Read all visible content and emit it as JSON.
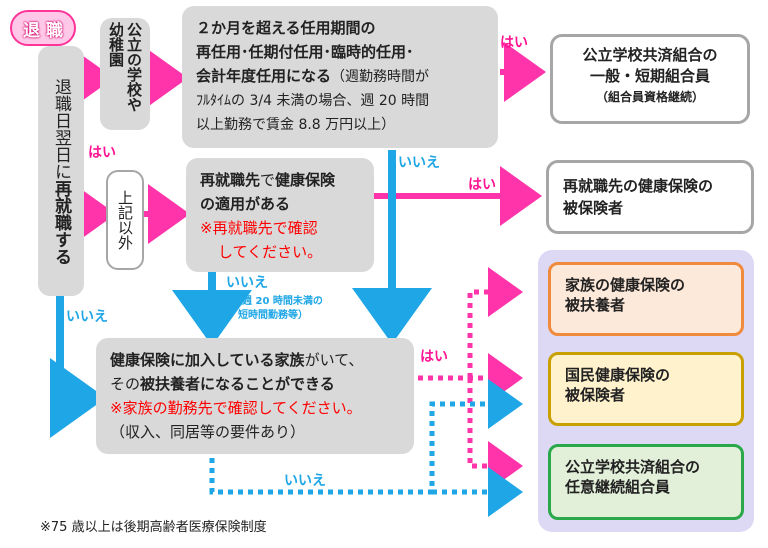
{
  "retire_label": "退 職",
  "left_column": {
    "pre": "退職日翌日に",
    "bold": "再就職する"
  },
  "employer_public": "公立の学校や幼稚園",
  "employer_other": "上記以外",
  "q1": {
    "line1": "２か月を超える任用期間の",
    "line2": "再任用･任期付任用･臨時的任用･",
    "line3_bold": "会計年度任用になる",
    "line3_rest": "（週勤務時間が",
    "line4": "ﾌﾙﾀｲﾑの 3/4 未満の場合、週 20 時間",
    "line5": "以上勤務で賃金 8.8 万円以上）"
  },
  "q2": {
    "bold1": "再就職先",
    "rest1": "で",
    "bold2": "健康保険",
    "bold3": "の適用がある",
    "note1": "※再就職先で確認",
    "note2": "してください。"
  },
  "q3": {
    "bold1": "健康保険に加入している家族",
    "rest1": "がいて、",
    "pre2": "その",
    "bold2": "被扶養者になることができる",
    "note": "※家族の勤務先で確認してください。",
    "sub": "（収入、同居等の要件あり）"
  },
  "labels": {
    "yes": "はい",
    "no": "いいえ",
    "no_note_1": "（週 20 時間未満の",
    "no_note_2": "短時間勤務等）"
  },
  "results": {
    "r1_line1": "公立学校共済組合の",
    "r1_line2": "一般・短期組合員",
    "r1_line3": "（組合員資格継続）",
    "r2_line1": "再就職先の健康保険の",
    "r2_line2": "被保険者",
    "r3_line1": "家族の健康保険の",
    "r3_line2": "被扶養者",
    "r4_line1": "国民健康保険の",
    "r4_line2": "被保険者",
    "r5_line1": "公立学校共済組合の",
    "r5_line2": "任意継続組合員"
  },
  "footnote": "※75 歳以上は後期高齢者医療保険制度",
  "colors": {
    "yes_arrow": "#ff33aa",
    "no_arrow": "#1ea6e6",
    "box_gray": "#d9d9d9",
    "panel": "#ddd9f5",
    "r3_border": "#f08a3c",
    "r4_border": "#c8a000",
    "r5_border": "#2aa84a"
  }
}
